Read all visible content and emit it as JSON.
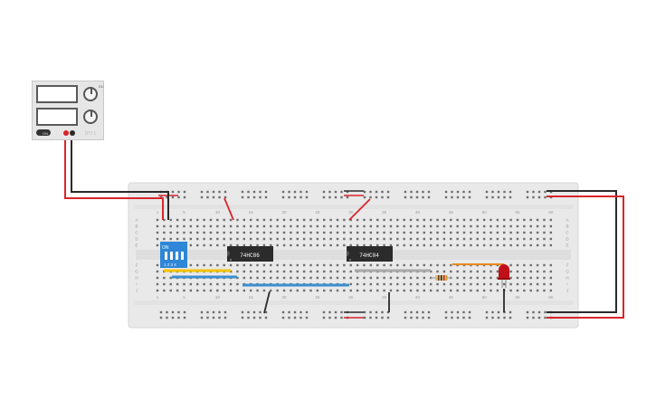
{
  "power_supply": {
    "dc_label": "DC",
    "on_label": "ON",
    "brand": "RTI 1",
    "terminals": [
      "positive",
      "negative"
    ]
  },
  "breadboard": {
    "column_numbers": [
      "1",
      "5",
      "10",
      "15",
      "20",
      "25",
      "30",
      "35",
      "40",
      "45",
      "50",
      "55",
      "60"
    ],
    "row_letters_top": [
      "A",
      "B",
      "C",
      "D",
      "E"
    ],
    "row_letters_bottom": [
      "F",
      "G",
      "H",
      "I",
      "J"
    ]
  },
  "ics": [
    {
      "label": "74HC86"
    },
    {
      "label": "74HC04"
    }
  ],
  "dip_switch": {
    "on_label": "ON",
    "positions": "1 2 3 4"
  },
  "colors": {
    "wire_red": "#d9242a",
    "wire_black": "#2a2a2a",
    "wire_yellow": "#f2c400",
    "wire_blue": "#3b8fd0",
    "wire_orange": "#e88a1a",
    "wire_gray": "#a9a9a9",
    "board": "#e9e9e9",
    "dip_blue": "#2d86d6",
    "led_red": "#c0101a"
  },
  "icons": [
    "power-supply-icon",
    "breadboard-icon",
    "ic-chip-icon",
    "dip-switch-icon",
    "resistor-icon",
    "led-icon",
    "wire-icon"
  ]
}
